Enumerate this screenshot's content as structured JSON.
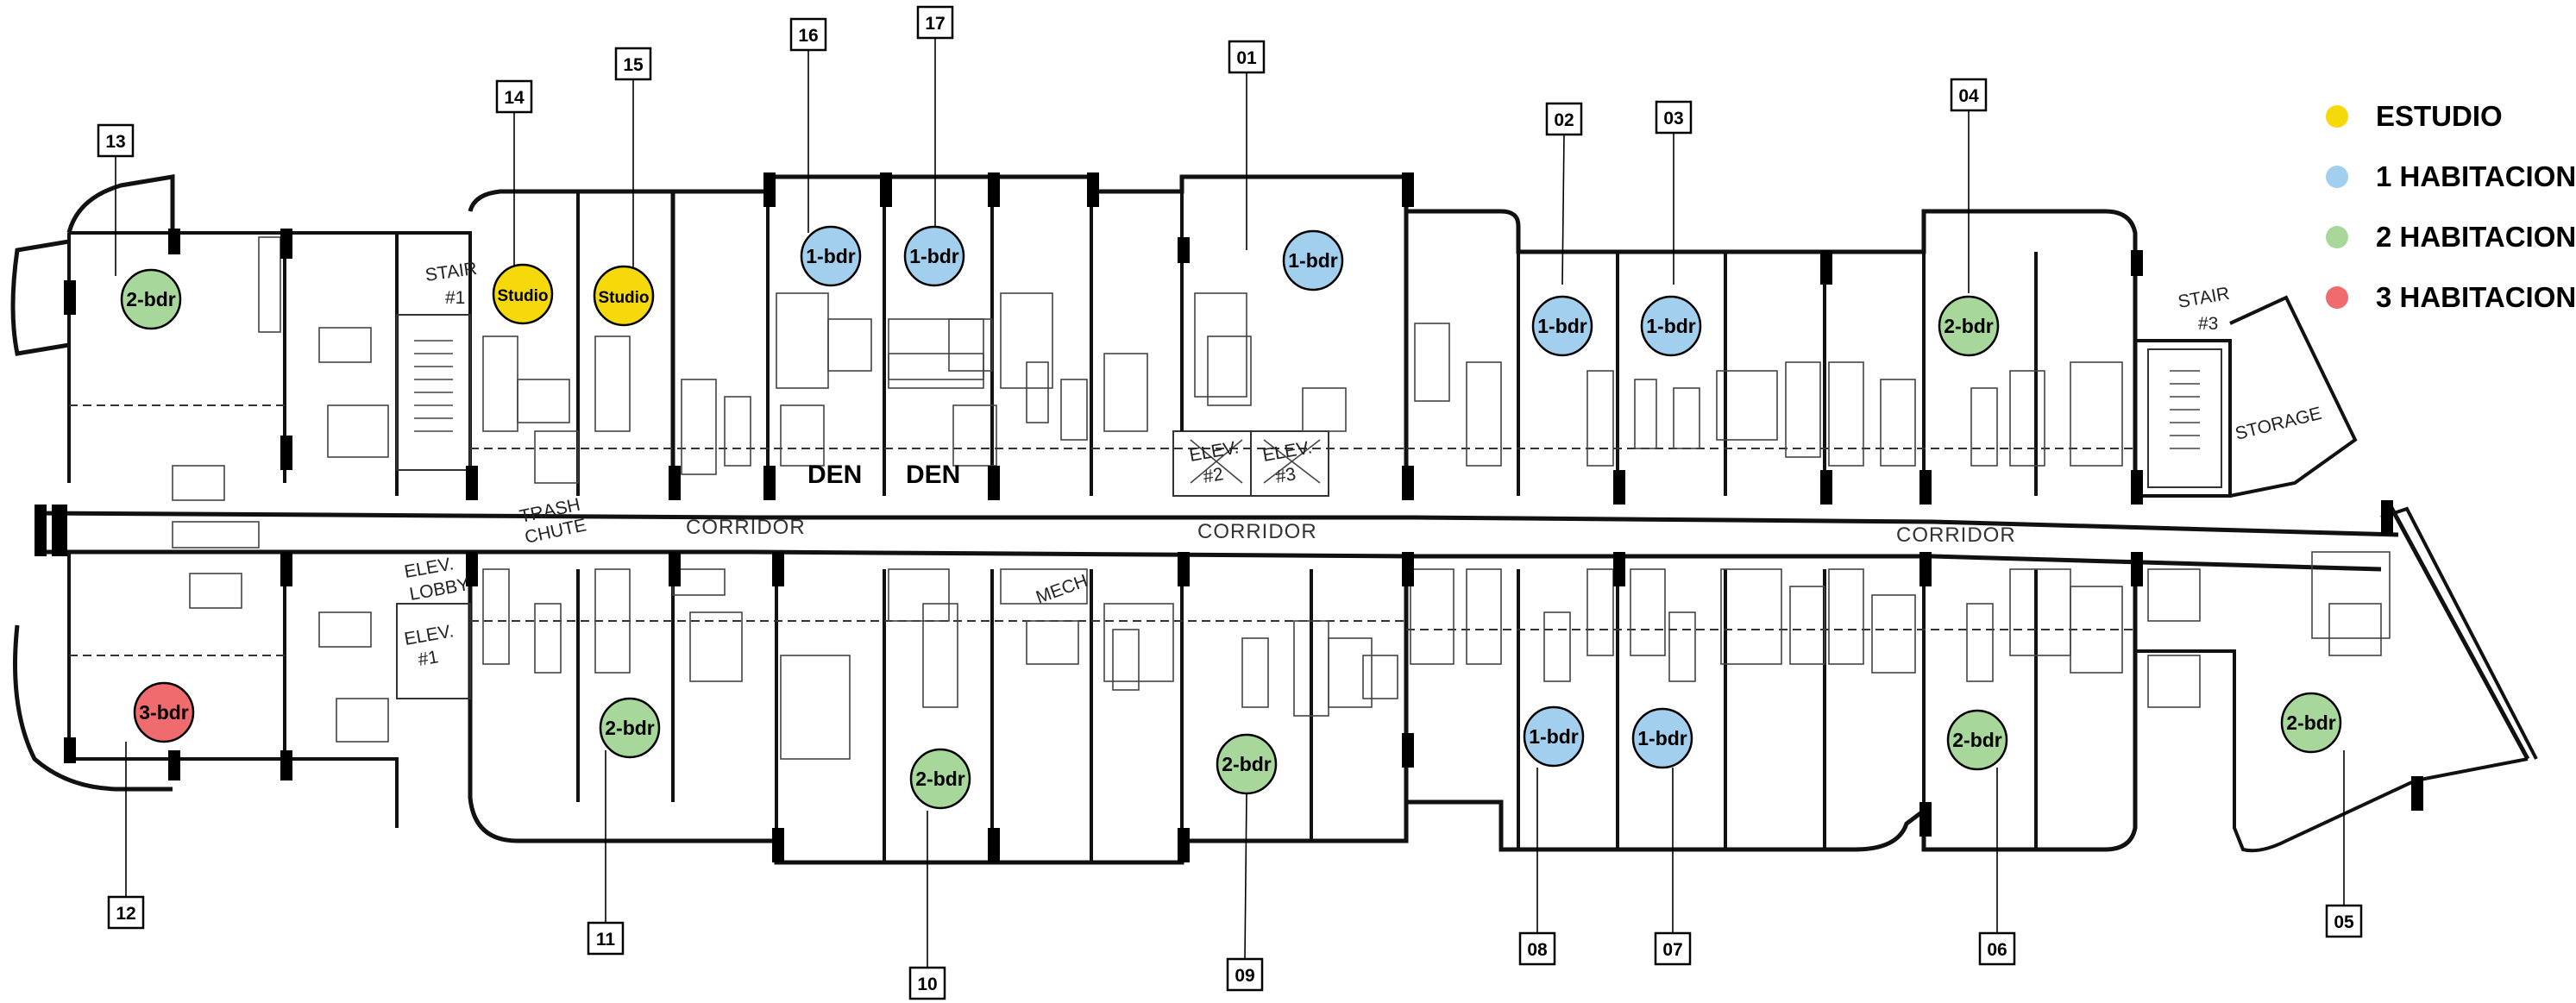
{
  "colors": {
    "studio": "#f5d90a",
    "one_bdr": "#a3cfee",
    "two_bdr": "#a8d79b",
    "three_bdr": "#ef6b6e"
  },
  "legend": [
    {
      "label": "ESTUDIO",
      "color": "#f5d90a"
    },
    {
      "label": "1 HABITACION",
      "color": "#a3cfee"
    },
    {
      "label": "2 HABITACION",
      "color": "#a8d79b"
    },
    {
      "label": "3 HABITACION",
      "color": "#ef6b6e"
    }
  ],
  "labels": {
    "corridor": "CORRIDOR",
    "stair1": [
      "STAIR",
      "#1"
    ],
    "stair3": [
      "STAIR",
      "#3"
    ],
    "elev_lobby": [
      "ELEV.",
      "LOBBY"
    ],
    "trash_chute": [
      "TRASH",
      "CHUTE"
    ],
    "elev1": [
      "ELEV.",
      "#1"
    ],
    "elev2": [
      "ELEV.",
      "#2"
    ],
    "elev3": [
      "ELEV.",
      "#3"
    ],
    "storage": "STORAGE",
    "mech": "MECH",
    "den": "DEN"
  },
  "units": [
    {
      "tag": "01",
      "type": "1-bdr"
    },
    {
      "tag": "02",
      "type": "1-bdr"
    },
    {
      "tag": "03",
      "type": "1-bdr"
    },
    {
      "tag": "04",
      "type": "2-bdr"
    },
    {
      "tag": "05",
      "type": "2-bdr"
    },
    {
      "tag": "06",
      "type": "2-bdr"
    },
    {
      "tag": "07",
      "type": "1-bdr"
    },
    {
      "tag": "08",
      "type": "1-bdr"
    },
    {
      "tag": "09",
      "type": "2-bdr"
    },
    {
      "tag": "10",
      "type": "2-bdr"
    },
    {
      "tag": "11",
      "type": "2-bdr"
    },
    {
      "tag": "12",
      "type": "3-bdr"
    },
    {
      "tag": "13",
      "type": "2-bdr"
    },
    {
      "tag": "14",
      "type": "Studio"
    },
    {
      "tag": "15",
      "type": "Studio"
    },
    {
      "tag": "16",
      "type": "1-bdr"
    },
    {
      "tag": "17",
      "type": "1-bdr"
    }
  ]
}
